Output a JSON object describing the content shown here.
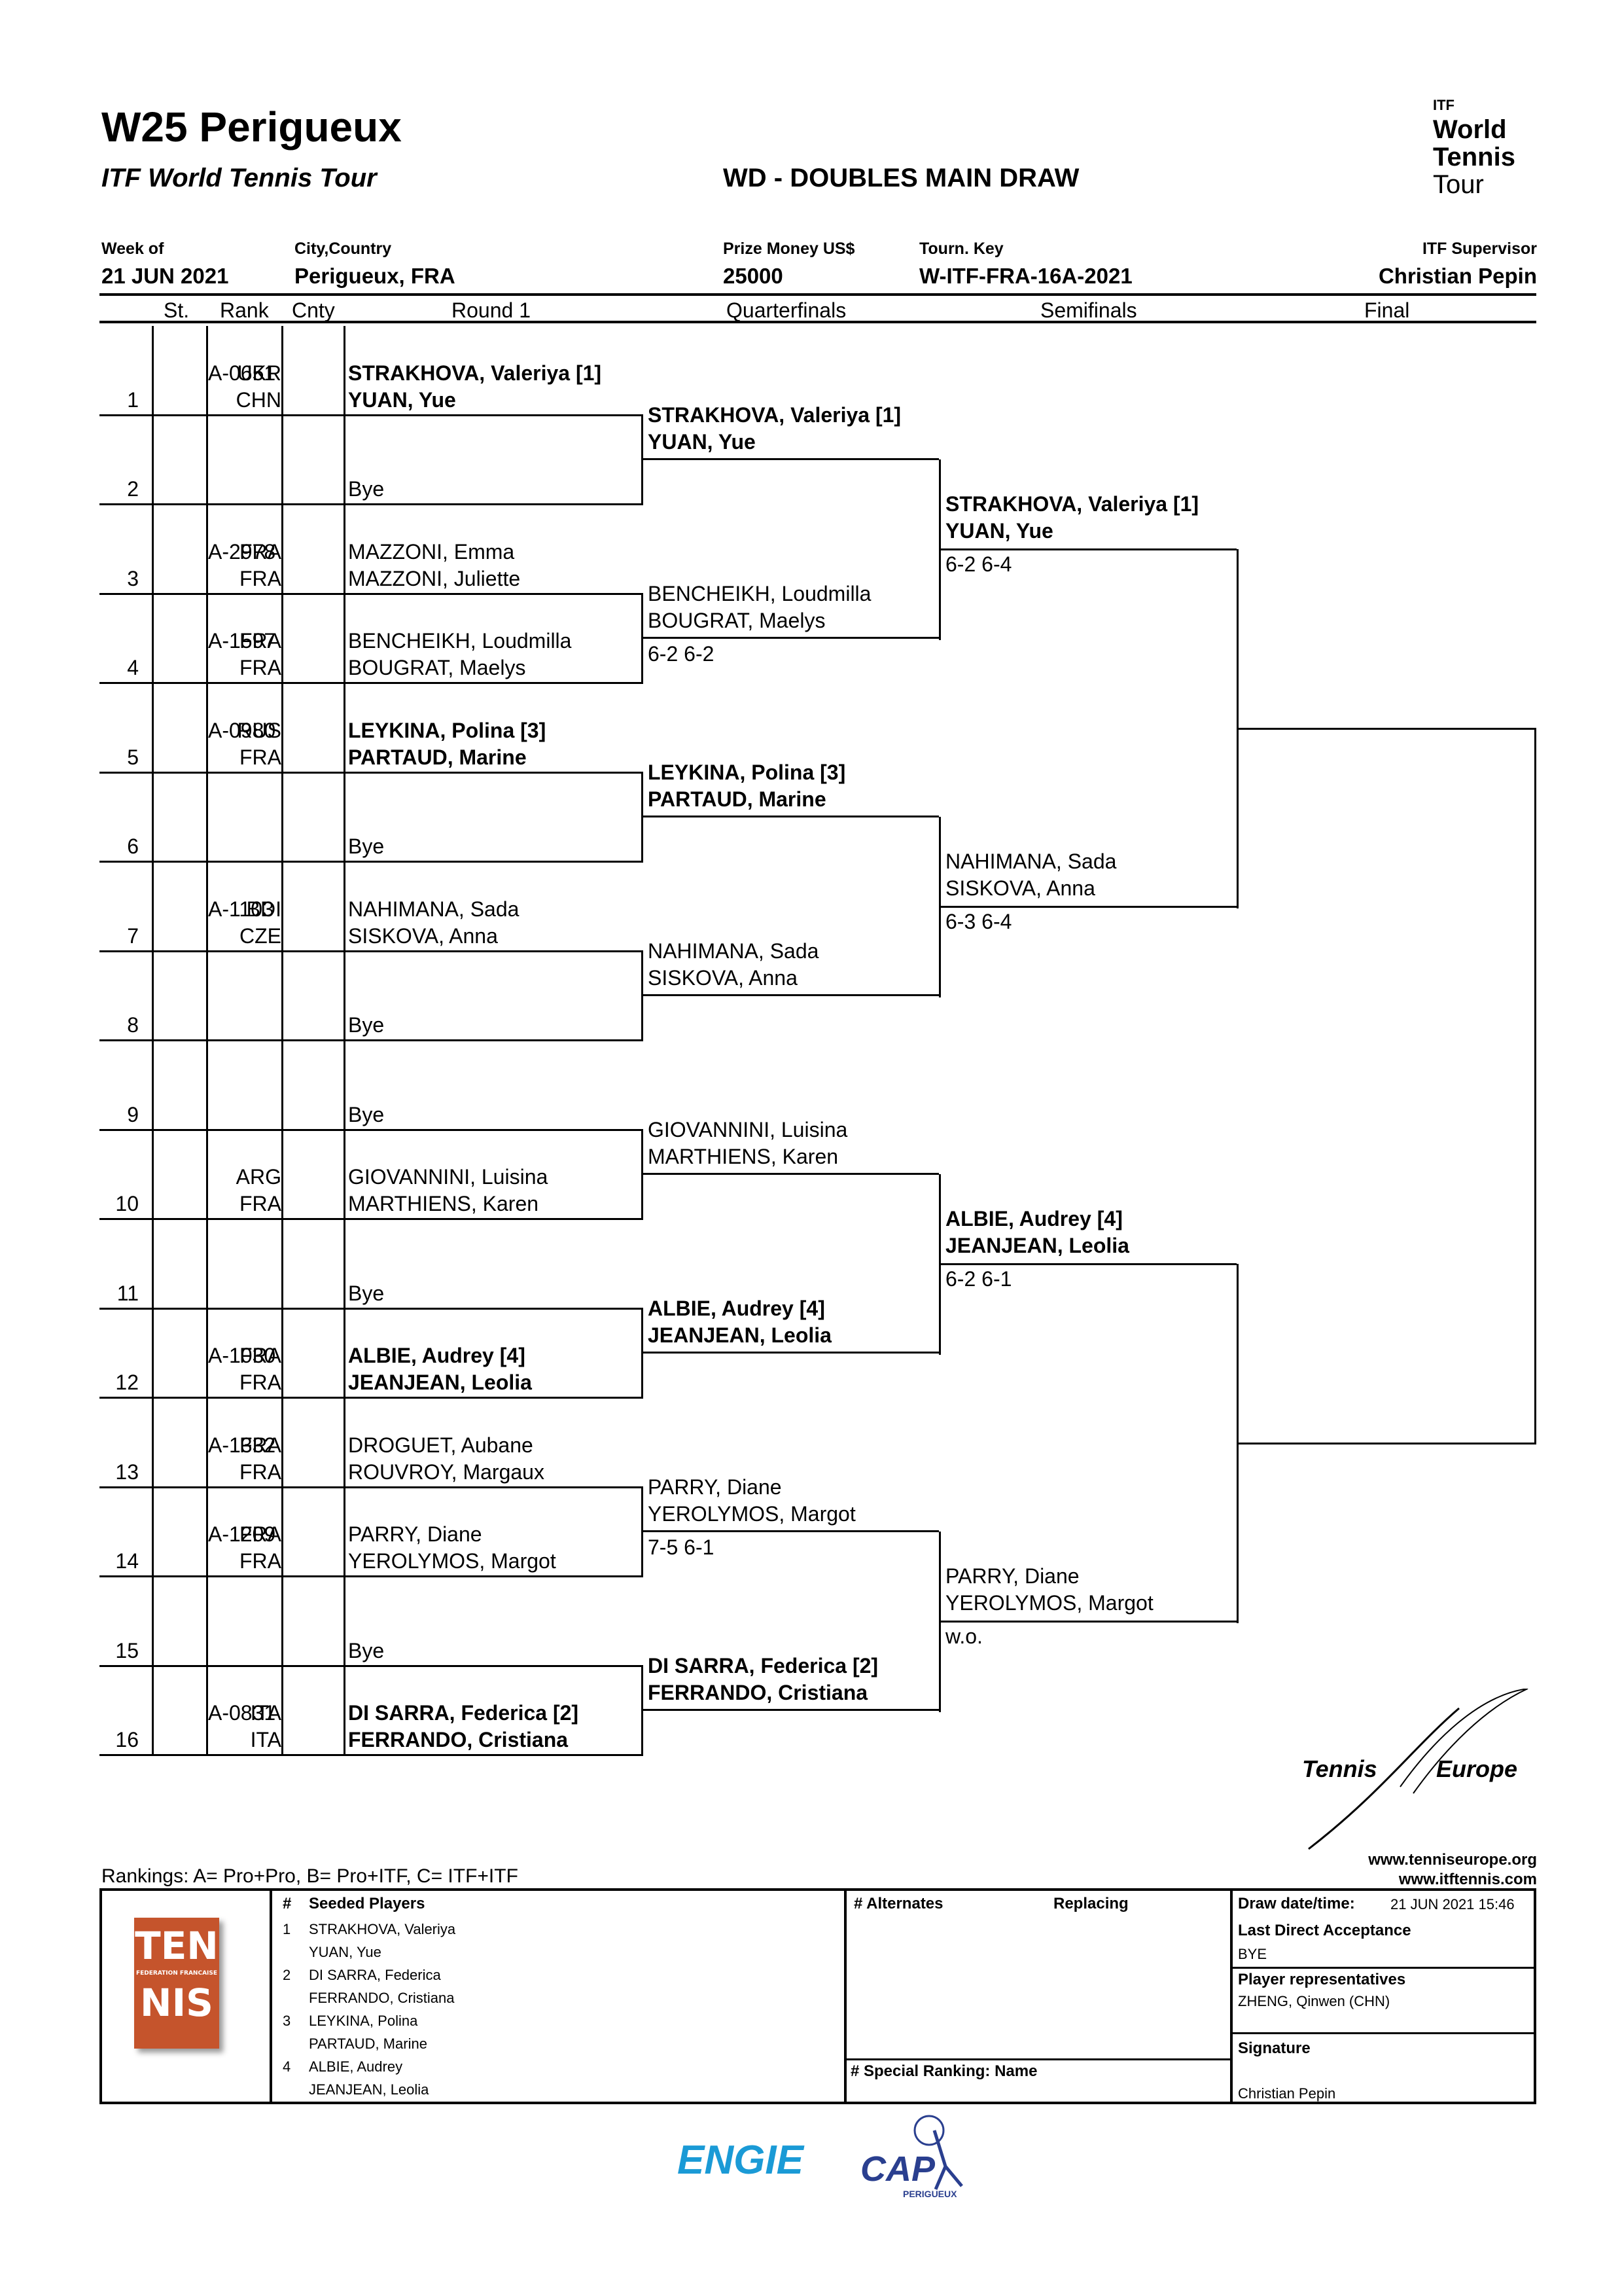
{
  "header": {
    "title": "W25 Perigueux",
    "subtitle": "ITF World Tennis Tour",
    "draw_name": "WD - DOUBLES MAIN DRAW",
    "week_label": "Week of",
    "week_value": "21 JUN 2021",
    "city_label": "City,Country",
    "city_value": "Perigueux, FRA",
    "prize_label": "Prize Money US$",
    "prize_value": "25000",
    "key_label": "Tourn. Key",
    "key_value": "W-ITF-FRA-16A-2021",
    "supervisor_label": "ITF Supervisor",
    "supervisor_value": "Christian Pepin",
    "logo_line1": "ITF",
    "logo_line2": "World",
    "logo_line3": "Tennis",
    "logo_line4": "Tour"
  },
  "columns": {
    "st": "St.",
    "rank": "Rank",
    "cnty": "Cnty",
    "round1": "Round 1",
    "qf": "Quarterfinals",
    "sf": "Semifinals",
    "final": "Final"
  },
  "draw": [
    {
      "no": "1",
      "rank": "A-0651",
      "c1": "UKR",
      "p1": "STRAKHOVA, Valeriya [1]",
      "c2": "CHN",
      "p2": "YUAN, Yue",
      "bold": true
    },
    {
      "no": "2",
      "bye": "Bye"
    },
    {
      "no": "3",
      "rank": "A-2978",
      "c1": "FRA",
      "p1": "MAZZONI, Emma",
      "c2": "FRA",
      "p2": "MAZZONI, Juliette",
      "bold": false
    },
    {
      "no": "4",
      "rank": "A-1597",
      "c1": "FRA",
      "p1": "BENCHEIKH, Loudmilla",
      "c2": "FRA",
      "p2": "BOUGRAT, Maelys",
      "bold": false
    },
    {
      "no": "5",
      "rank": "A-0980",
      "c1": "RUS",
      "p1": "LEYKINA, Polina [3]",
      "c2": "FRA",
      "p2": "PARTAUD, Marine",
      "bold": true
    },
    {
      "no": "6",
      "bye": "Bye"
    },
    {
      "no": "7",
      "rank": "A-1103",
      "c1": "BDI",
      "p1": "NAHIMANA, Sada",
      "c2": "CZE",
      "p2": "SISKOVA, Anna",
      "bold": false
    },
    {
      "no": "8",
      "bye": "Bye"
    },
    {
      "no": "9",
      "bye": "Bye"
    },
    {
      "no": "10",
      "rank": "",
      "c1": "ARG",
      "p1": "GIOVANNINI, Luisina",
      "c2": "FRA",
      "p2": "MARTHIENS, Karen",
      "bold": false
    },
    {
      "no": "11",
      "bye": "Bye"
    },
    {
      "no": "12",
      "rank": "A-1030",
      "c1": "FRA",
      "p1": "ALBIE, Audrey [4]",
      "c2": "FRA",
      "p2": "JEANJEAN, Leolia",
      "bold": true
    },
    {
      "no": "13",
      "rank": "A-1332",
      "c1": "FRA",
      "p1": "DROGUET, Aubane",
      "c2": "FRA",
      "p2": "ROUVROY, Margaux",
      "bold": false
    },
    {
      "no": "14",
      "rank": "A-1209",
      "c1": "FRA",
      "p1": "PARRY, Diane",
      "c2": "FRA",
      "p2": "YEROLYMOS, Margot",
      "bold": false
    },
    {
      "no": "15",
      "bye": "Bye"
    },
    {
      "no": "16",
      "rank": "A-0831",
      "c1": "ITA",
      "p1": "DI SARRA, Federica [2]",
      "c2": "ITA",
      "p2": "FERRANDO, Cristiana",
      "bold": true
    }
  ],
  "qf": [
    {
      "p1": "STRAKHOVA, Valeriya [1]",
      "p2": "YUAN, Yue",
      "score": "",
      "bold": true
    },
    {
      "p1": "BENCHEIKH, Loudmilla",
      "p2": "BOUGRAT, Maelys",
      "score": "6-2 6-2",
      "bold": false
    },
    {
      "p1": "LEYKINA, Polina [3]",
      "p2": "PARTAUD, Marine",
      "score": "",
      "bold": true
    },
    {
      "p1": "NAHIMANA, Sada",
      "p2": "SISKOVA, Anna",
      "score": "",
      "bold": false
    },
    {
      "p1": "GIOVANNINI, Luisina",
      "p2": "MARTHIENS, Karen",
      "score": "",
      "bold": false
    },
    {
      "p1": "ALBIE, Audrey [4]",
      "p2": "JEANJEAN, Leolia",
      "score": "",
      "bold": true
    },
    {
      "p1": "PARRY, Diane",
      "p2": "YEROLYMOS, Margot",
      "score": "7-5 6-1",
      "bold": false
    },
    {
      "p1": "DI SARRA, Federica [2]",
      "p2": "FERRANDO, Cristiana",
      "score": "",
      "bold": true
    }
  ],
  "sf": [
    {
      "p1": "STRAKHOVA, Valeriya [1]",
      "p2": "YUAN, Yue",
      "score": "6-2 6-4",
      "bold": true
    },
    {
      "p1": "NAHIMANA, Sada",
      "p2": "SISKOVA, Anna",
      "score": "6-3 6-4",
      "bold": false
    },
    {
      "p1": "ALBIE, Audrey [4]",
      "p2": "JEANJEAN, Leolia",
      "score": "6-2 6-1",
      "bold": true
    },
    {
      "p1": "PARRY, Diane",
      "p2": "YEROLYMOS, Margot",
      "score": "w.o.",
      "bold": false
    }
  ],
  "footer": {
    "te_logo1": "Tennis",
    "te_logo2": "Europe",
    "url1": "www.tenniseurope.org",
    "url2": "www.itftennis.com",
    "rankings_note": "Rankings: A= Pro+Pro, B= Pro+ITF, C= ITF+ITF",
    "fft_top": "TEN",
    "fft_mid": "FEDERATION FRANCAISE",
    "fft_bottom": "NIS",
    "seeded_hash": "#",
    "seeded_title": "Seeded Players",
    "seeded": [
      {
        "no": "1",
        "p1": "STRAKHOVA, Valeriya",
        "p2": "YUAN, Yue"
      },
      {
        "no": "2",
        "p1": "DI SARRA, Federica",
        "p2": "FERRANDO, Cristiana"
      },
      {
        "no": "3",
        "p1": "LEYKINA, Polina",
        "p2": "PARTAUD, Marine"
      },
      {
        "no": "4",
        "p1": "ALBIE, Audrey",
        "p2": "JEANJEAN, Leolia"
      }
    ],
    "alternates_title": "# Alternates",
    "replacing_title": "Replacing",
    "special_ranking_title": "# Special Ranking: Name",
    "drawdate_label": "Draw date/time:",
    "drawdate_value": "21 JUN 2021 15:46",
    "lda_label": "Last Direct Acceptance",
    "lda_value": "BYE",
    "reps_label": "Player representatives",
    "reps_value": "ZHENG, Qinwen (CHN)",
    "signature_label": "Signature",
    "signature_value": "Christian Pepin",
    "sponsor1": "ENGIE",
    "sponsor2": "CAP",
    "sponsor2_sub": "PERIGUEUX"
  },
  "colors": {
    "fft_orange": "#c5542c",
    "engie_blue": "#1a9ad6",
    "cap_blue": "#2a3f8f"
  }
}
